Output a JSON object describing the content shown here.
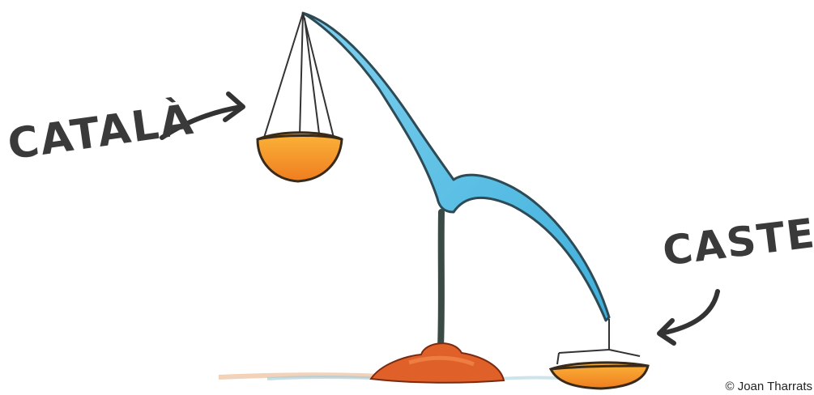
{
  "illustration": {
    "left_pan_label": "CATALÀ",
    "right_pan_label": "CASTELLÀ",
    "credit": "© Joan Tharrats"
  },
  "colors": {
    "beam": "#5cc3e6",
    "pan": "#f59a2a",
    "base": "#e0602a",
    "ink": "#333333"
  }
}
